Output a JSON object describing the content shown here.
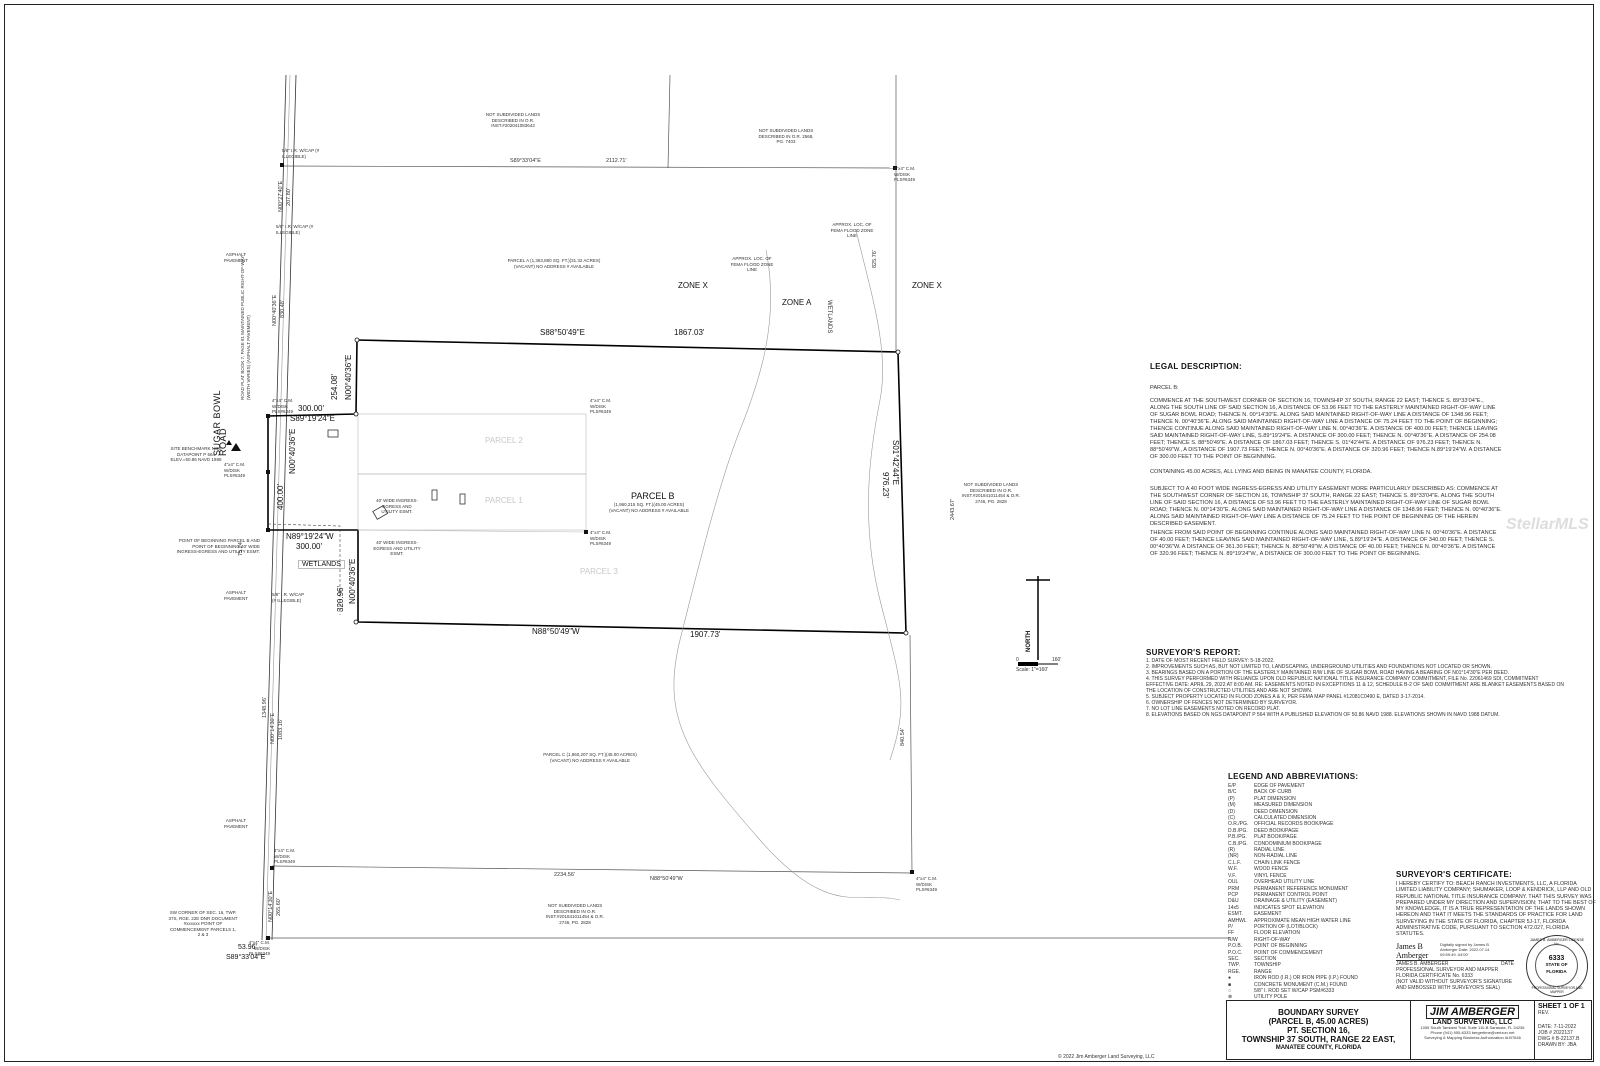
{
  "plat": {
    "road_name": "SUGAR BOWL ROAD",
    "road_note": "ROAD PLAT BOOK 7, PAGE 81 MAINTAINED PUBLIC RIGHT-OF-WAY (WIDTH VARIES) (ASPHALT PAVEMENT)",
    "asphalt_pavement": "ASPHALT PAVEMENT",
    "zone_x": "ZONE X",
    "zone_a": "ZONE A",
    "wetlands": "WETLANDS",
    "fema_line": "APPROX. LOC. OF FEMA FLOOD ZONE LINE",
    "parcel_b": {
      "label": "PARCEL B",
      "detail": "(1,960,215 SQ. FT.)(45.00 ACRES) (VACANT) NO ADDRESS # AVAILABLE"
    },
    "parcel_a": "PARCEL A (1,363,880 SQ. FT.)(31.32 ACRES) (VACANT) NO ADDRESS # AVAILABLE",
    "parcel_c": "PARCEL C (1,960,207 SQ. FT.)(45.00 ACRES) (VACANT) NO ADDRESS # AVAILABLE",
    "parcel_1": "PARCEL 1",
    "parcel_2": "PARCEL 2",
    "parcel_3": "PARCEL 3",
    "not_subdivided_top_left": "NOT SUBDIVIDED LANDS DESCRIBED IN O.R. INST.#202041083643",
    "not_subdivided_top_right": "NOT SUBDIVIDED LANDS DESCRIBED IN O.R. 2568, PG. 7403",
    "not_subdivided_right": "NOT SUBDIVIDED LANDS DESCRIBED IN O.R. INST.#201841011454 & O.R. 2746, PG. 2828",
    "not_subdivided_bottom": "NOT SUBDIVIDED LANDS DESCRIBED IN O.R. INST.#201841011454 & O.R. 2746, PG. 2828",
    "pob": "POINT OF BEGINNING PARCEL B AND POINT OF BEGINNING 40' WIDE INGRESS-EGRESS AND UTILITY ESMT.",
    "easement": "40' WIDE INGRESS-EGRESS AND UTILITY ESMT.",
    "sw_corner": "SW CORNER OF SEC. 16, TWP. 37S, RGE. 22E DNR DOCUMENT #xxxxxx POINT OF COMMENCEMENT PARCELS 1, 2 & 3",
    "benchmark": "SITE BENCHMARK NGS DATAPOINT P 564 ELEV.=50.86 NAVD 1988",
    "monument": "4\"x4\" C.M. W/DISK PLS#6349",
    "iron_rod": "5/8\" I.R. W/CAP (# ILLEGIBLE)",
    "bearings": {
      "north_line": "S88°50'49\"E",
      "north_dist": "1867.03'",
      "south_line": "N88°50'49\"W",
      "south_dist": "1907.73'",
      "east_line": "S01°42'44\"E",
      "east_dist": "976.23'",
      "west_upper": "N00°40'36\"E",
      "west_upper_dist": "254.08'",
      "jog_top": "S89°19'24\"E",
      "jog_top_dist": "300.00'",
      "west_mid": "N00°40'36\"E",
      "west_mid_dist": "400.00'",
      "jog_bot": "N89°19'24\"W",
      "jog_bot_dist": "300.00'",
      "west_lower": "N00°40'36\"E",
      "west_lower_dist": "320.96'",
      "top_section": "S89°33'04\"E",
      "top_section_dist": "2112.71'",
      "bottom_section": "N88°50'49\"W",
      "bottom_section_dist": "2234.56'",
      "sw_offset": "S89°33'04\"E",
      "sw_offset_dist": "53.96'",
      "road_upper": "N00°27'40\"E",
      "road_upper_dist": "207.80'",
      "road_mid": "N00°40'36\"E",
      "road_mid_dist": "830.48'",
      "road_low": "N00°14'30\"E",
      "road_low_dist": "265.60'",
      "road_low2": "N00°14'30\"E",
      "road_low2_dist": "1083.16'",
      "road_total": "1348.96'",
      "pob_offset": "75.24'",
      "right_a": "825.76'",
      "right_b": "2443.67'",
      "right_c": "840.54'"
    },
    "north_label": "NORTH",
    "scale_label": "Scale: 1\"=160'",
    "scale_0": "0",
    "scale_160": "160'"
  },
  "legal": {
    "heading": "LEGAL DESCRIPTION:",
    "parcel": "PARCEL B:",
    "p1": "COMMENCE AT THE SOUTHWEST CORNER OF SECTION 16, TOWNSHIP 37 SOUTH, RANGE 22 EAST; THENCE S. 89°33'04\"E., ALONG THE SOUTH LINE OF SAID SECTION 16, A DISTANCE OF 53.96 FEET TO THE EASTERLY MAINTAINED RIGHT-OF-WAY LINE OF SUGAR BOWL ROAD; THENCE N. 00°14'30\"E. ALONG SAID MAINTAINED RIGHT-OF-WAY LINE A DISTANCE OF 1348.96 FEET; THENCE N. 00°40'36\"E. ALONG SAID MAINTAINED RIGHT-OF-WAY LINE A DISTANCE OF 75.24 FEET TO THE POINT OF BEGINNING; THENCE CONTINUE ALONG SAID MAINTAINED RIGHT-OF-WAY LINE N. 00°40'36\"E. A DISTANCE OF 400.00 FEET; THENCE LEAVING SAID MAINTAINED RIGHT-OF-WAY LINE, S.89°19'24\"E. A DISTANCE OF 300.00 FEET; THENCE N. 00°40'36\"E. A DISTANCE OF 254.08 FEET; THENCE S. 88°50'49\"E. A DISTANCE OF 1867.03 FEET; THENCE S. 01°42'44\"E. A DISTANCE OF 976.23 FEET; THENCE N. 88°50'49\"W., A DISTANCE OF 1907.73 FEET; THENCE N. 00°40'36\"E. A DISTANCE OF 320.96 FEET; THENCE N.89°19'24\"W. A DISTANCE OF 300.00 FEET TO THE POINT OF BEGINNING.",
    "p2": "CONTAINING 45.00 ACRES, ALL LYING AND BEING IN MANATEE COUNTY, FLORIDA.",
    "p3": "SUBJECT TO A 40 FOOT WIDE INGRESS-EGRESS AND UTILITY EASEMENT MORE PARTICULARLY DESCRIBED AS: COMMENCE AT THE SOUTHWEST CORNER OF SECTION 16, TOWNSHIP 37 SOUTH, RANGE 22 EAST; THENCE S. 89°33'04\"E. ALONG THE SOUTH LINE OF SAID SECTION 16, A DISTANCE OF 53.96 FEET TO THE EASTERLY MAINTAINED RIGHT-OF-WAY LINE OF SUGAR BOWL ROAD; THENCE N. 00°14'30\"E. ALONG SAID MAINTAINED RIGHT-OF-WAY LINE A DISTANCE OF 1348.96 FEET; THENCE N. 00°40'36\"E. ALONG SAID MAINTAINED RIGHT-OF-WAY LINE A DISTANCE OF 75.24 FEET TO THE POINT OF BEGINNING OF THE HEREIN DESCRIBED EASEMENT.",
    "p4": "THENCE FROM SAID POINT OF BEGINNING CONTINUE ALONG SAID MAINTAINED RIGHT-OF-WAY LINE N. 00°40'36\"E. A DISTANCE OF 40.00 FEET; THENCE LEAVING SAID MAINTAINED RIGHT-OF-WAY LINE, S.89°19'24\"E. A DISTANCE OF 340.00 FEET; THENCE S. 00°40'36\"W. A DISTANCE OF 361.30 FEET; THENCE N. 88°50'49\"W. A DISTANCE OF 40.00 FEET; THENCE N. 00°40'36\"E. A DISTANCE OF 320.96 FEET; THENCE N. 89°19'24\"W., A DISTANCE OF 300.00 FEET TO THE POINT OF BEGINNING."
  },
  "report": {
    "heading": "SURVEYOR'S REPORT:",
    "items": [
      "1.   DATE OF MOST RECENT FIELD SURVEY: 5-18-2022.",
      "2.   IMPROVEMENTS SUCH AS, BUT NOT LIMITED TO, LANDSCAPING, UNDERGROUND UTILITIES AND FOUNDATIONS NOT LOCATED OR SHOWN.",
      "3.   BEARINGS BASED ON A PORTION OF THE EASTERLY MAINTAINED R/W LINE OF SUGAR BOWL ROAD HAVING A BEARING OF N01°14'30\"E PER DEED.",
      "4.   THIS SURVEY PERFORMED WITH RELIANCE UPON OLD REPUBLIC NATIONAL TITLE INSURANCE COMPANY COMMITMENT, FILE No. 22061469 SDI, COMMITMENT EFFECTIVE DATE: APRIL 29, 2022 AT 8:00 AM. RE: EASEMENTS NOTED IN EXCEPTIONS 11 & 12, SCHEDULE B-2 OF SAID COMMITMENT ARE BLANKET EASEMENTS BASED ON THE LOCATION OF CONSTRUCTED UTILITIES AND ARE NOT SHOWN.",
      "5.   SUBJECT PROPERTY LOCATED IN FLOOD ZONES  A & X, PER FEMA MAP PANEL #12081C0490 E, DATED 3-17-2014.",
      "6.   OWNERSHIP OF FENCES NOT DETERMINED BY SURVEYOR.",
      "7.   NO LOT LINE EASEMENTS NOTED ON RECORD PLAT.",
      "8.   ELEVATIONS BASED ON NGS DATAPOINT P 564 WITH A PUBLISHED ELEVATION OF 50.86 NAVD 1988. ELEVATIONS SHOWN IN NAVD 1988 DATUM."
    ]
  },
  "legend": {
    "heading": "LEGEND AND ABBREVIATIONS:",
    "rows": [
      [
        "E/P",
        "EDGE OF PAVEMENT"
      ],
      [
        "B/C",
        "BACK OF CURB"
      ],
      [
        "(P)",
        "PLAT DIMENSION"
      ],
      [
        "(M)",
        "MEASURED DIMENSION"
      ],
      [
        "(D)",
        "DEED DIMENSION"
      ],
      [
        "(C)",
        "CALCULATED DIMENSION"
      ],
      [
        "O.R./PG.",
        "OFFICIAL RECORDS BOOK/PAGE"
      ],
      [
        "D.B./PG.",
        "DEED BOOK/PAGE"
      ],
      [
        "P.B./PG.",
        "PLAT BOOK/PAGE"
      ],
      [
        "C.B./PG.",
        "CONDOMINIUM BOOK/PAGE"
      ],
      [
        "(R)",
        "RADIAL LINE"
      ],
      [
        "(NR)",
        "NON-RADIAL LINE"
      ],
      [
        "C.L.F.",
        "CHAIN LINK FENCE"
      ],
      [
        "W.F.",
        "WOOD FENCE"
      ],
      [
        "V.F.",
        "VINYL FENCE"
      ],
      [
        "OUL",
        "OVERHEAD UTILITY LINE"
      ],
      [
        "PRM",
        "PERMANENT REFERENCE MONUMENT"
      ],
      [
        "PCP",
        "PERMANENT CONTROL POINT"
      ],
      [
        "D&U",
        "DRAINAGE & UTILITY (EASEMENT)"
      ],
      [
        "14x5",
        "INDICATES SPOT ELEVATION"
      ],
      [
        "ESMT.",
        "EASEMENT"
      ],
      [
        "AMHWL",
        "APPROXIMATE MEAN HIGH WATER LINE"
      ],
      [
        "P/",
        "PORTION OF (LOT/BLOCK)"
      ],
      [
        "FF",
        "FLOOR ELEVATION"
      ],
      [
        "R/W",
        "RIGHT-OF-WAY"
      ],
      [
        "P.O.B.",
        "POINT OF BEGINNING"
      ],
      [
        "P.O.C.",
        "POINT OF COMMENCEMENT"
      ],
      [
        "SEC.",
        "SECTION"
      ],
      [
        "TWP.",
        "TOWNSHIP"
      ],
      [
        "RGE.",
        "RANGE"
      ],
      [
        "●",
        "IRON ROD (I.R.) OR IRON PIPE (I.P.) FOUND"
      ],
      [
        "■",
        "CONCRETE MONUMENT (C.M.) FOUND"
      ],
      [
        "○",
        "5/8\" I. ROD SET W/CAP PSM#6333"
      ],
      [
        "⊗",
        "UTILITY POLE"
      ]
    ]
  },
  "certificate": {
    "heading": "SURVEYOR'S CERTIFICATE:",
    "body": "I HEREBY CERTIFY TO: BEACH RANCH INVESTMENTS, LLC, A FLORIDA LIMITED LIABILITY COMPANY; SHUMAKER, LOOP & KENDRICK, LLP AND OLD REPUBLIC NATIONAL TITLE INSURANCE COMPANY. THAT THIS SURVEY WAS PREPARED UNDER MY DIRECTION AND SUPERVISION; THAT TO THE BEST OF MY KNOWLEDGE, IT IS A TRUE REPRESENTATION OF THE LANDS SHOWN HEREON AND THAT IT MEETS THE STANDARDS OF PRACTICE FOR LAND SURVEYING IN THE STATE OF FLORIDA, CHAPTER 5J-17, FLORIDA ADMINISTRATIVE CODE, PURSUANT TO SECTION 472.027, FLORIDA STATUTES.",
    "sig_name_1": "James B",
    "sig_name_2": "Amberger",
    "digital_note": "Digitally signed by James B Amberger Date: 2022.07.14 09:59:49 -04'00'",
    "name_line": "JAMES B. AMBERGER",
    "date_label": "DATE",
    "title_line": "PROFESSIONAL SURVEYOR AND MAPPER",
    "cert_no": "FLORIDA CERTIFICATE No. 6333",
    "note1": "(NOT VALID WITHOUT SURVEYOR'S SIGNATURE",
    "note2": "AND EMBOSSED WITH SURVEYOR'S SEAL)"
  },
  "stamp": {
    "ring": "JAMES B. AMBERGER LICENSE No.",
    "number": "6333",
    "state": "STATE OF FLORIDA",
    "bottom": "PROFESSIONAL SURVEYOR AND MAPPER"
  },
  "title_block": {
    "line1": "BOUNDARY SURVEY",
    "line2": "(PARCEL B, 45.00 ACRES)",
    "line3": "PT. SECTION 16,",
    "line4": "TOWNSHIP 37 SOUTH, RANGE 22 EAST,",
    "line5": "MANATEE COUNTY, FLORIDA",
    "firm_logo": "JIM AMBERGER",
    "firm_name": "LAND SURVEYING, LLC",
    "firm_address": "1055 South Tamiami Trail, Suite 110-B Sarasota, FL 34236",
    "firm_phone": "Phone (941) 955-6333    bergertime@verizon.net",
    "firm_cert": "Surveying & Mapping Business Authorization #LB7646",
    "sheet": "SHEET 1 OF 1",
    "rev": "REV.",
    "date": "DATE:  7-11-2022",
    "job": "JOB #  2022137",
    "dwg": "DWG #  B-22137.B",
    "drawn": "DRAWN BY: JBA"
  },
  "copyright": "© 2022   Jim Amberger Land Surveying, LLC",
  "watermark": "StellarMLS"
}
